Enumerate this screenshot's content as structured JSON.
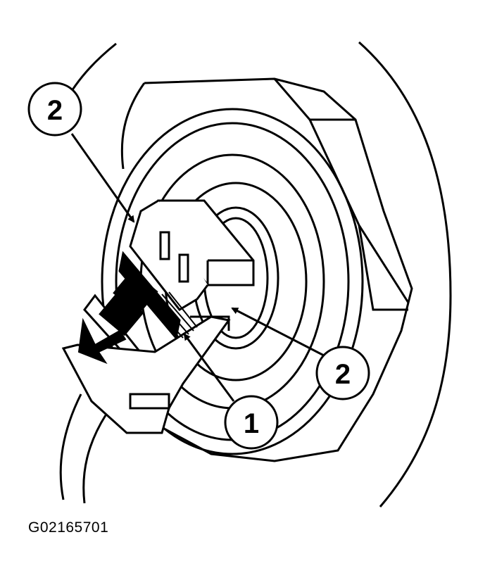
{
  "figure": {
    "id_label": "G02165701",
    "callouts": [
      {
        "number": "2",
        "target": "connector-top-edge"
      },
      {
        "number": "2",
        "target": "switch-lower-edge"
      },
      {
        "number": "1",
        "target": "locking-tab"
      }
    ],
    "colors": {
      "line": "#000000",
      "background": "#ffffff"
    }
  }
}
